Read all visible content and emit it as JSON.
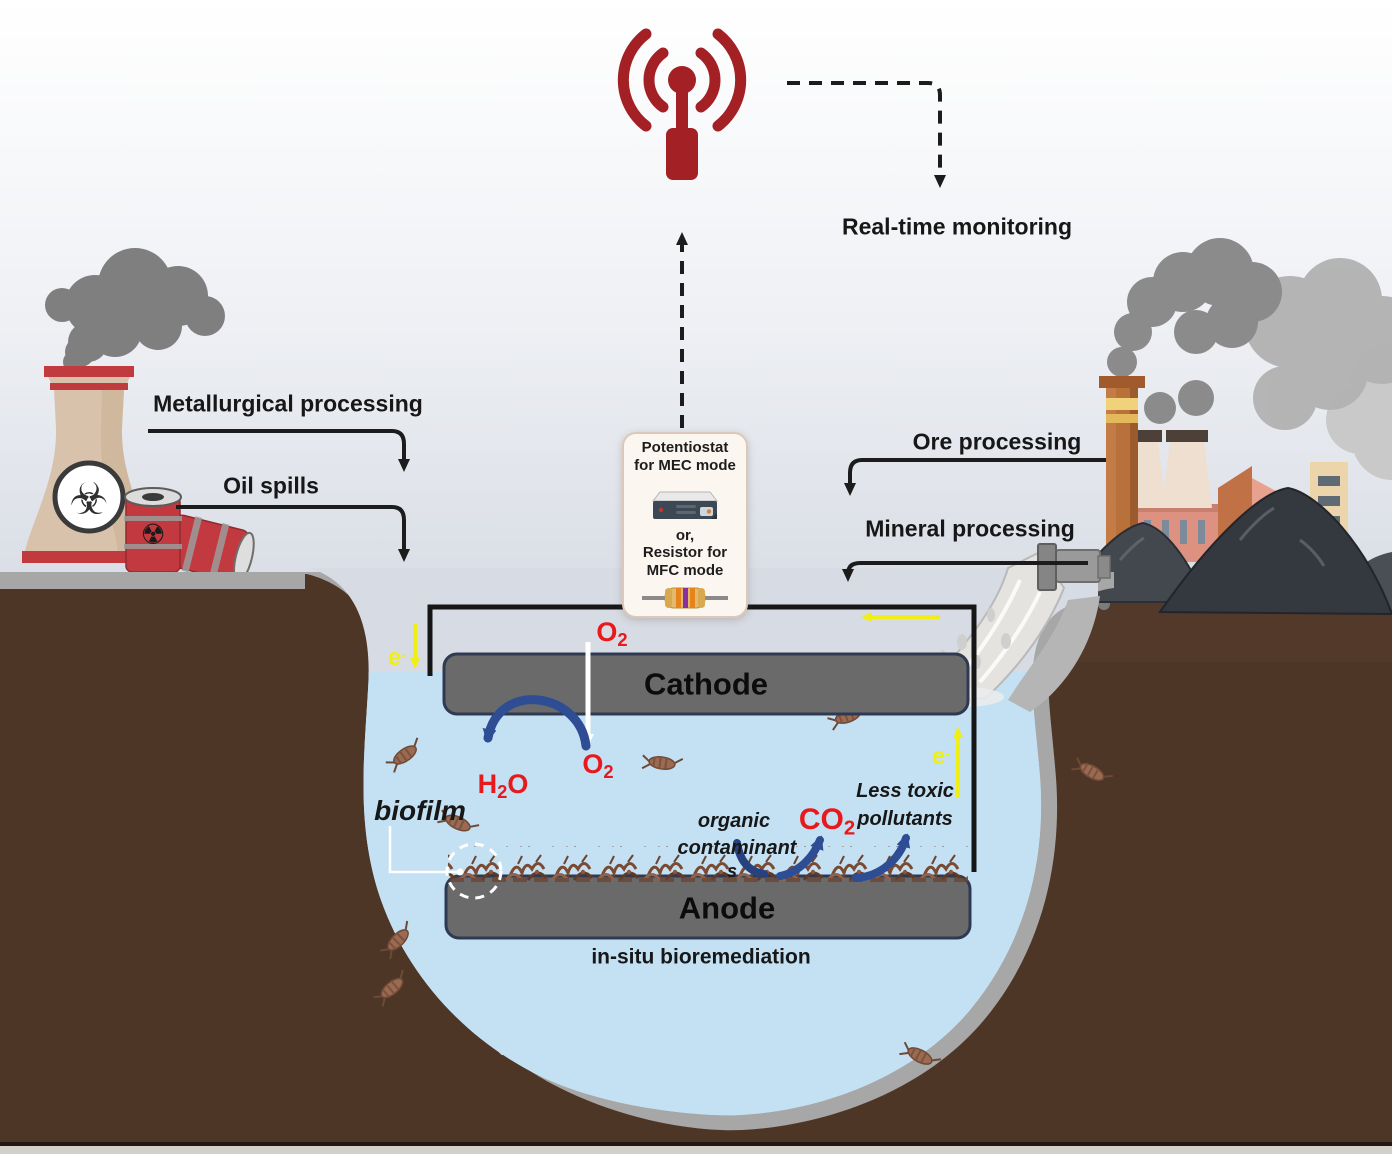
{
  "labels": {
    "real_time": "Real-time monitoring",
    "metallurgical": "Metallurgical processing",
    "oil_spills": "Oil spills",
    "ore": "Ore processing",
    "mineral": "Mineral processing",
    "cathode": "Cathode",
    "anode": "Anode",
    "biofilm": "biofilm",
    "in_situ": "in-situ bioremediation",
    "organic_line1": "organic",
    "organic_line2": "contaminant",
    "organic_line3": "s",
    "less_toxic_line1": "Less toxic",
    "less_toxic_line2": "pollutants"
  },
  "device_box": {
    "line1": "Potentiostat",
    "line2": "for MEC mode",
    "or": "or,",
    "line3": "Resistor for",
    "line4": "MFC mode"
  },
  "chemistry": {
    "o2": {
      "base": "O",
      "sub": "2"
    },
    "h2o": {
      "h": "H",
      "sub": "2",
      "o": "O"
    },
    "co2": {
      "base": "CO",
      "sub": "2"
    },
    "electron": {
      "base": "e",
      "sup": "-"
    }
  },
  "icons": {
    "biohazard_glyph": "☣",
    "radiation_glyph": "☢"
  },
  "colors": {
    "accent_red": "#e8191c",
    "antenna_red": "#a32025",
    "electron_yellow": "#f1ee16",
    "arrow_blue": "#2e4d94",
    "water": "#c3e1f3",
    "earth_brown": "#4e3627",
    "rim_gray": "#a7a7a7",
    "electrode_gray": "#6a6a6a"
  }
}
